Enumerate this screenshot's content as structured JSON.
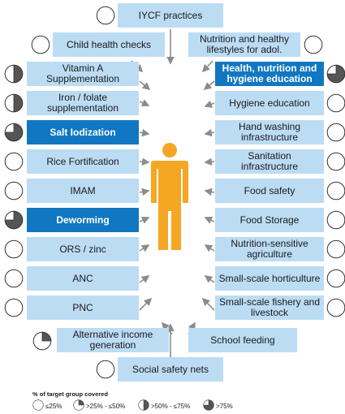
{
  "header": {
    "label": "IYCF practices",
    "coverage": 0
  },
  "left": [
    {
      "label": "Child health checks",
      "coverage": 0,
      "highlight": false
    },
    {
      "label": "Vitamin A Supplementation",
      "coverage": 2,
      "highlight": false
    },
    {
      "label": "Iron / folate supplementation",
      "coverage": 2,
      "highlight": false
    },
    {
      "label": "Salt Iodization",
      "coverage": 3,
      "highlight": true
    },
    {
      "label": "Rice Fortification",
      "coverage": 0,
      "highlight": false
    },
    {
      "label": "IMAM",
      "coverage": 0,
      "highlight": false
    },
    {
      "label": "Deworming",
      "coverage": 3,
      "highlight": true
    },
    {
      "label": "ORS / zinc",
      "coverage": 0,
      "highlight": false
    },
    {
      "label": "ANC",
      "coverage": 0,
      "highlight": false
    },
    {
      "label": "PNC",
      "coverage": 0,
      "highlight": false
    },
    {
      "label": "Alternative income generation",
      "coverage": 1,
      "highlight": false
    }
  ],
  "right": [
    {
      "label": "Nutrition and healthy lifestyles for adol.",
      "coverage": 0,
      "highlight": false
    },
    {
      "label": "Health, nutrition and hygiene education",
      "coverage": 3,
      "highlight": true
    },
    {
      "label": "Hygiene education",
      "coverage": 0,
      "highlight": false
    },
    {
      "label": "Hand washing infrastructure",
      "coverage": 0,
      "highlight": false
    },
    {
      "label": "Sanitation infrastructure",
      "coverage": 0,
      "highlight": false
    },
    {
      "label": "Food safety",
      "coverage": 0,
      "highlight": false
    },
    {
      "label": "Food Storage",
      "coverage": 0,
      "highlight": false
    },
    {
      "label": "Nutrition-sensitive agriculture",
      "coverage": 0,
      "highlight": false
    },
    {
      "label": "Small-scale horticulture",
      "coverage": 0,
      "highlight": false
    },
    {
      "label": "Small-scale fishery and livestock",
      "coverage": 0,
      "highlight": false
    },
    {
      "label": "School feeding",
      "coverage": 0,
      "highlight": false
    }
  ],
  "footer": {
    "label": "Social safety nets",
    "coverage": 0
  },
  "legend": {
    "title": "% of target group covered",
    "items": [
      {
        "label": "≤25%",
        "coverage": 0
      },
      {
        "label": ">25% - ≤50%",
        "coverage": 1
      },
      {
        "label": ">50% - ≤75%",
        "coverage": 2
      },
      {
        "label": ">75%",
        "coverage": 3
      }
    ]
  },
  "colors": {
    "box": "#bcdcf4",
    "highlight": "#1277c2",
    "person": "#f5a623",
    "arrow": "#8c8c8c",
    "pie_fill": "#555555"
  }
}
